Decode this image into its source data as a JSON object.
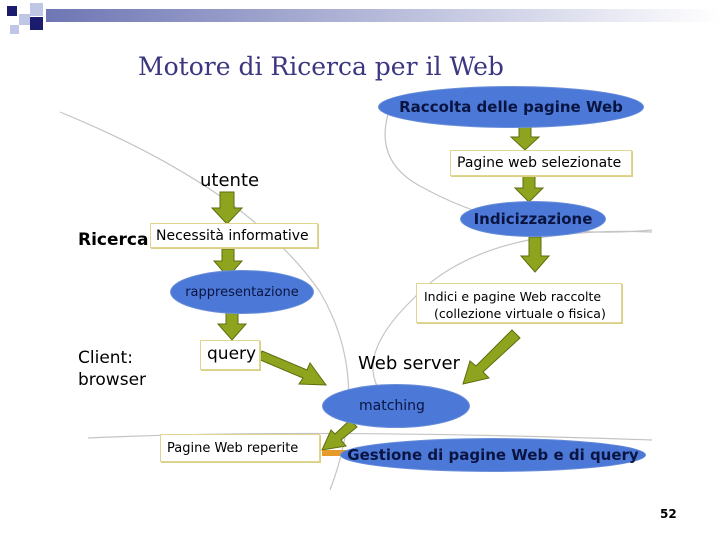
{
  "slide": {
    "title": "Motore di Ricerca per il Web",
    "page_number": "52"
  },
  "diagram": {
    "labels": {
      "utente": "utente",
      "ricerca": "Ricerca",
      "client_line1": "Client:",
      "client_line2": "browser",
      "web_server": "Web server"
    },
    "boxes": {
      "necessita": "Necessità informative",
      "query": "query",
      "pagine_reperite": "Pagine Web reperite",
      "pagine_selezionate": "Pagine web selezionate",
      "indici_line1": "Indici e pagine Web  raccolte",
      "indici_line2": "(collezione virtuale o fisica)"
    },
    "ellipses": {
      "raccolta": "Raccolta delle pagine Web",
      "indicizzazione": "Indicizzazione",
      "rappresentazione": "rappresentazione",
      "matching": "matching",
      "gestione": "Gestione di pagine Web e di query"
    },
    "colors": {
      "ellipse_fill": "#4c79d8",
      "arrow_fill": "#8fa41e",
      "box_border": "#e0d690",
      "title_color": "#3b3680",
      "bullet_navy": "#1c1c6e",
      "bullet_light": "#c0c6e6"
    }
  }
}
